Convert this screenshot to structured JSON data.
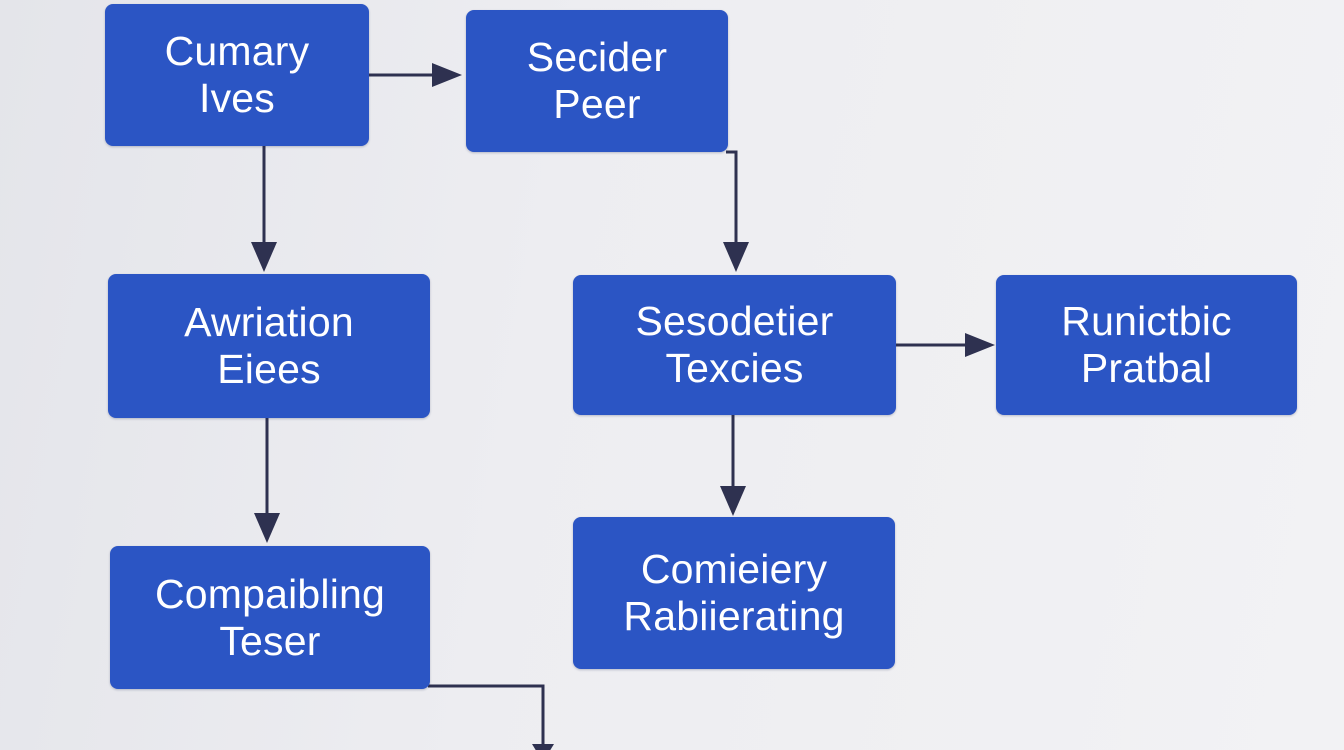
{
  "colors": {
    "node_fill": "#2b55c4",
    "node_text": "#ffffff",
    "connector": "#2e3150",
    "background": "#ededf1"
  },
  "nodes": {
    "cumary_ives": {
      "line1": "Cumary",
      "line2": "Ives"
    },
    "secider_peer": {
      "line1": "Secider",
      "line2": "Peer"
    },
    "awriation_eiees": {
      "line1": "Awriation",
      "line2": "Eiees"
    },
    "sesodetier_texcies": {
      "line1": "Sesodetier",
      "line2": "Texcies"
    },
    "runictbic_pratbal": {
      "line1": "Runictbic",
      "line2": "Pratbal"
    },
    "compaibling_teser": {
      "line1": "Compaibling",
      "line2": "Teser"
    },
    "comieiery_rabiierating": {
      "line1": "Comieiery",
      "line2": "Rabiierating"
    }
  }
}
